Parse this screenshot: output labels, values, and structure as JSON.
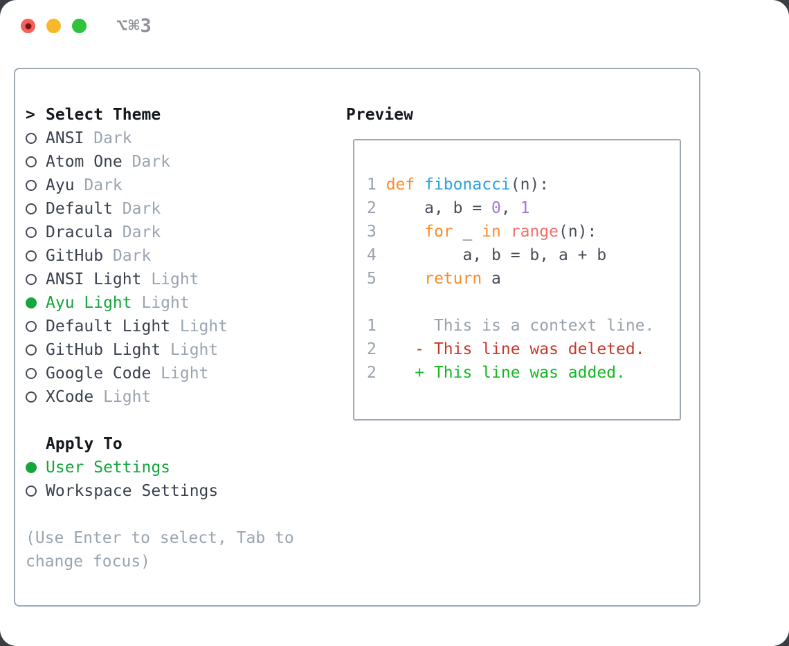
{
  "window": {
    "title": "⌥⌘3"
  },
  "colors": {
    "traffic_red": "#f4605a",
    "traffic_red_dot": "#7b1212",
    "traffic_yellow": "#f9b82b",
    "traffic_green": "#2fc23d",
    "title_gray": "#8e9196",
    "border_gray": "#9ea8b4",
    "text_header": "#14171c",
    "text_item": "#3a414c",
    "text_muted": "#9aa4b0",
    "accent_green": "#14a53c",
    "syntax": {
      "lineno": "#98a2ad",
      "plain": "#474e59",
      "keyword": "#f98d2b",
      "function": "#2ba1e3",
      "builtin": "#f0716a",
      "number": "#a37acc",
      "context": "#98a2ad",
      "deleted": "#c9382a",
      "added": "#13b822"
    }
  },
  "theme_panel": {
    "prompt": ">",
    "header": "Select Theme",
    "items": [
      {
        "name": "ANSI",
        "variant": "Dark",
        "selected": false
      },
      {
        "name": "Atom One",
        "variant": "Dark",
        "selected": false
      },
      {
        "name": "Ayu",
        "variant": "Dark",
        "selected": false
      },
      {
        "name": "Default",
        "variant": "Dark",
        "selected": false
      },
      {
        "name": "Dracula",
        "variant": "Dark",
        "selected": false
      },
      {
        "name": "GitHub",
        "variant": "Dark",
        "selected": false
      },
      {
        "name": "ANSI Light",
        "variant": "Light",
        "selected": false
      },
      {
        "name": "Ayu Light",
        "variant": "Light",
        "selected": true
      },
      {
        "name": "Default Light",
        "variant": "Light",
        "selected": false
      },
      {
        "name": "GitHub Light",
        "variant": "Light",
        "selected": false
      },
      {
        "name": "Google Code",
        "variant": "Light",
        "selected": false
      },
      {
        "name": "XCode",
        "variant": "Light",
        "selected": false
      }
    ],
    "apply_to": {
      "header": "Apply To",
      "options": [
        {
          "label": "User Settings",
          "selected": true
        },
        {
          "label": "Workspace Settings",
          "selected": false
        }
      ]
    },
    "help": "(Use Enter to select, Tab to change focus)"
  },
  "preview": {
    "header": "Preview",
    "blocks": [
      {
        "name": "code-sample",
        "lines": [
          {
            "tokens": [
              {
                "t": "1 ",
                "c": "lineno"
              },
              {
                "t": "def",
                "c": "keyword"
              },
              {
                "t": " ",
                "c": "plain"
              },
              {
                "t": "fibonacci",
                "c": "function"
              },
              {
                "t": "(n):",
                "c": "plain"
              }
            ]
          },
          {
            "tokens": [
              {
                "t": "2 ",
                "c": "lineno"
              },
              {
                "t": "    a, b = ",
                "c": "plain"
              },
              {
                "t": "0",
                "c": "number"
              },
              {
                "t": ", ",
                "c": "plain"
              },
              {
                "t": "1",
                "c": "number"
              }
            ]
          },
          {
            "tokens": [
              {
                "t": "3 ",
                "c": "lineno"
              },
              {
                "t": "    ",
                "c": "plain"
              },
              {
                "t": "for",
                "c": "keyword"
              },
              {
                "t": " _ ",
                "c": "plain"
              },
              {
                "t": "in",
                "c": "keyword"
              },
              {
                "t": " ",
                "c": "plain"
              },
              {
                "t": "range",
                "c": "builtin"
              },
              {
                "t": "(n):",
                "c": "plain"
              }
            ]
          },
          {
            "tokens": [
              {
                "t": "4 ",
                "c": "lineno"
              },
              {
                "t": "        a, b = b, a + b",
                "c": "plain"
              }
            ]
          },
          {
            "tokens": [
              {
                "t": "5 ",
                "c": "lineno"
              },
              {
                "t": "    ",
                "c": "plain"
              },
              {
                "t": "return",
                "c": "keyword"
              },
              {
                "t": " a",
                "c": "plain"
              }
            ]
          }
        ]
      },
      {
        "name": "diff-sample",
        "lines": [
          {
            "tokens": [
              {
                "t": "1 ",
                "c": "lineno"
              },
              {
                "t": "     This is a context line.",
                "c": "context"
              }
            ]
          },
          {
            "tokens": [
              {
                "t": "2 ",
                "c": "lineno"
              },
              {
                "t": "   - This line was deleted.",
                "c": "deleted"
              }
            ]
          },
          {
            "tokens": [
              {
                "t": "2 ",
                "c": "lineno"
              },
              {
                "t": "   + This line was added.",
                "c": "added"
              }
            ]
          }
        ]
      }
    ]
  }
}
